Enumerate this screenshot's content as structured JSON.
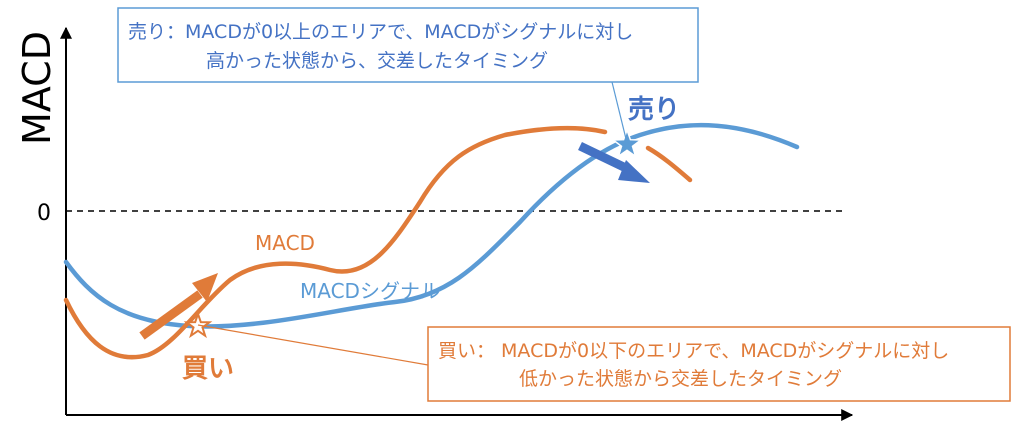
{
  "axes": {
    "y_label": "MACD",
    "zero_label": "0"
  },
  "series": {
    "macd_label": "MACD",
    "signal_label": "MACDシグナル"
  },
  "markers": {
    "buy_label": "買い",
    "sell_label": "売り"
  },
  "callouts": {
    "sell": {
      "line1": "売り：MACDが0以上のエリアで、MACDがシグナルに対し",
      "line2": "高かった状態から、交差したタイミング"
    },
    "buy": {
      "line1": "買い： MACDが0以下のエリアで、MACDがシグナルに対し",
      "line2": "低かった状態から交差したタイミング"
    }
  },
  "colors": {
    "macd": "#e07b39",
    "signal": "#5b9bd5",
    "sell_arrow": "#4472c4",
    "sell_text": "#4472c4",
    "buy_text": "#e07b39",
    "sell_box_border": "#5b9bd5",
    "buy_box_border": "#e07b39",
    "axis": "#000000"
  }
}
